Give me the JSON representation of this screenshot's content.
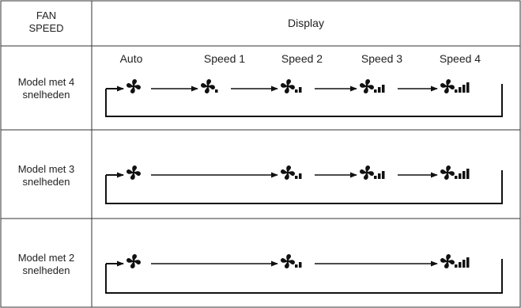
{
  "header": {
    "fan_speed_line1": "FAN",
    "fan_speed_line2": "SPEED",
    "display": "Display"
  },
  "speed_labels": [
    "Auto",
    "Speed 1",
    "Speed 2",
    "Speed 3",
    "Speed 4"
  ],
  "rows": [
    {
      "name_line1": "Model met 4",
      "name_line2": "snelheden",
      "speeds": [
        0,
        1,
        2,
        3,
        4
      ]
    },
    {
      "name_line1": "Model met 3",
      "name_line2": "snelheden",
      "speeds": [
        0,
        2,
        3,
        4
      ]
    },
    {
      "name_line1": "Model met 2",
      "name_line2": "snelheden",
      "speeds": [
        0,
        2,
        4
      ]
    }
  ]
}
